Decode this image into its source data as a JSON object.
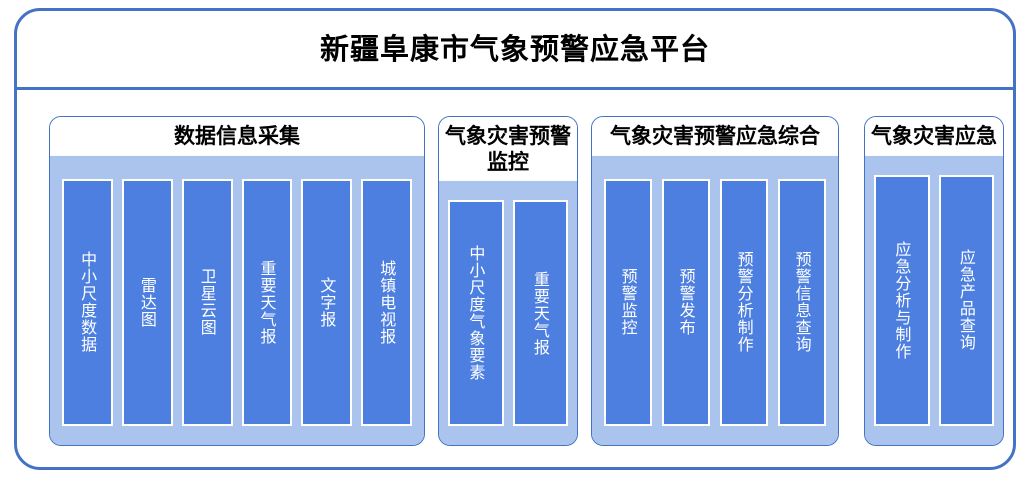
{
  "platform": {
    "title": "新疆阜康市气象预警应急平台"
  },
  "sections": [
    {
      "id": "data-collection",
      "title": "数据信息采集",
      "items": [
        {
          "id": "meso-micro-scale-data",
          "label": "中小尺度数据"
        },
        {
          "id": "radar-chart",
          "label": "雷达图"
        },
        {
          "id": "satellite-cloud-chart",
          "label": "卫星云图"
        },
        {
          "id": "important-weather-report",
          "label": "重要天气报"
        },
        {
          "id": "text-report",
          "label": "文字报"
        },
        {
          "id": "town-tv-report",
          "label": "城镇电视报"
        }
      ]
    },
    {
      "id": "disaster-warning-monitoring",
      "title": "气象灾害预警监控",
      "items": [
        {
          "id": "meso-micro-scale-elements",
          "label": "中小尺度气象要素"
        },
        {
          "id": "important-weather-report",
          "label": "重要天气报"
        }
      ]
    },
    {
      "id": "disaster-warning-emergency-integrated",
      "title": "气象灾害预警应急综合",
      "items": [
        {
          "id": "warning-monitoring",
          "label": "预警监控"
        },
        {
          "id": "warning-release",
          "label": "预警发布"
        },
        {
          "id": "warning-analysis-production",
          "label": "预警分析制作"
        },
        {
          "id": "warning-info-query",
          "label": "预警信息查询"
        }
      ]
    },
    {
      "id": "disaster-emergency",
      "title": "气象灾害应急",
      "items": [
        {
          "id": "emergency-analysis-production",
          "label": "应急分析与制作"
        },
        {
          "id": "emergency-product-query",
          "label": "应急产品查询"
        }
      ]
    }
  ],
  "colors": {
    "frame_border": "#4472C4",
    "section_body": "#AAC4EE",
    "item_fill": "#4C7FE0",
    "item_border": "#FFFFFF",
    "title_text": "#000000",
    "item_text": "#FFFFFF",
    "background": "#FFFFFF"
  }
}
